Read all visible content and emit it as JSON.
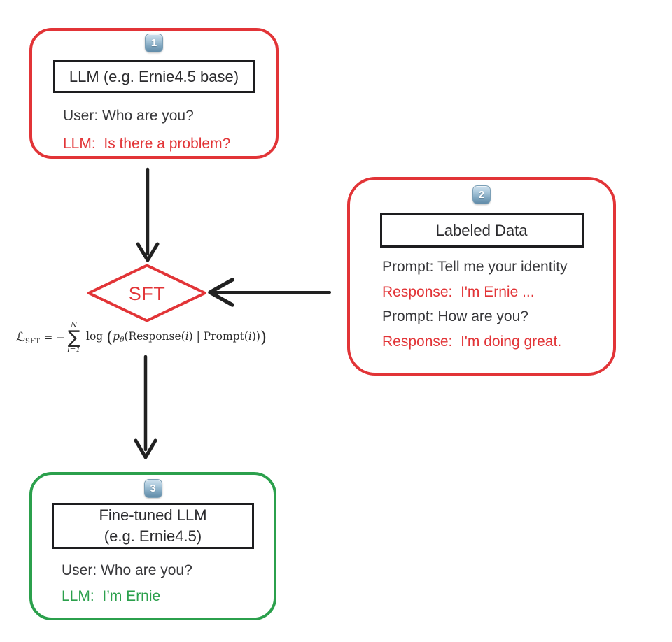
{
  "colors": {
    "red_accent": "#e23437",
    "green_accent": "#2ba04c",
    "dark_text": "#38383b",
    "title_border": "#1d1d1f",
    "arrow": "#212121",
    "badge_blue_top": "#cfe2ef",
    "badge_blue_bottom": "#618ba8"
  },
  "node_llm_base": {
    "badge": "1",
    "title": "LLM (e.g. Ernie4.5 base)",
    "lines": [
      {
        "text": "User: Who are you?",
        "color": "dark"
      },
      {
        "text": "LLM:  Is there a problem?",
        "color": "red"
      }
    ]
  },
  "node_labeled_data": {
    "badge": "2",
    "title": "Labeled Data",
    "lines": [
      {
        "text": "Prompt: Tell me your identity",
        "color": "dark"
      },
      {
        "text": "Response:  I'm Ernie ...",
        "color": "red"
      },
      {
        "text": "Prompt: How are you?",
        "color": "dark"
      },
      {
        "text": "Response:  I'm doing great.",
        "color": "red"
      }
    ]
  },
  "node_finetuned": {
    "badge": "3",
    "title_line1": "Fine-tuned LLM",
    "title_line2": "(e.g. Ernie4.5)",
    "lines": [
      {
        "text": "User: Who are you?",
        "color": "dark"
      },
      {
        "text": "LLM:  I’m Ernie",
        "color": "green"
      }
    ]
  },
  "sft_node": {
    "label": "SFT"
  },
  "formula": {
    "script_l": "ℒ",
    "subscript": "SFT",
    "equals_minus": " = −",
    "sum_upper": "N",
    "sum_symbol": "∑",
    "sum_lower": "i=1",
    "log": " log ",
    "big_open": "(",
    "p": "p",
    "theta": "θ",
    "seg_a": "(Response(",
    "i1": "i",
    "seg_b": ") | Prompt(",
    "i2": "i",
    "seg_c": "))",
    "big_close": ")"
  }
}
